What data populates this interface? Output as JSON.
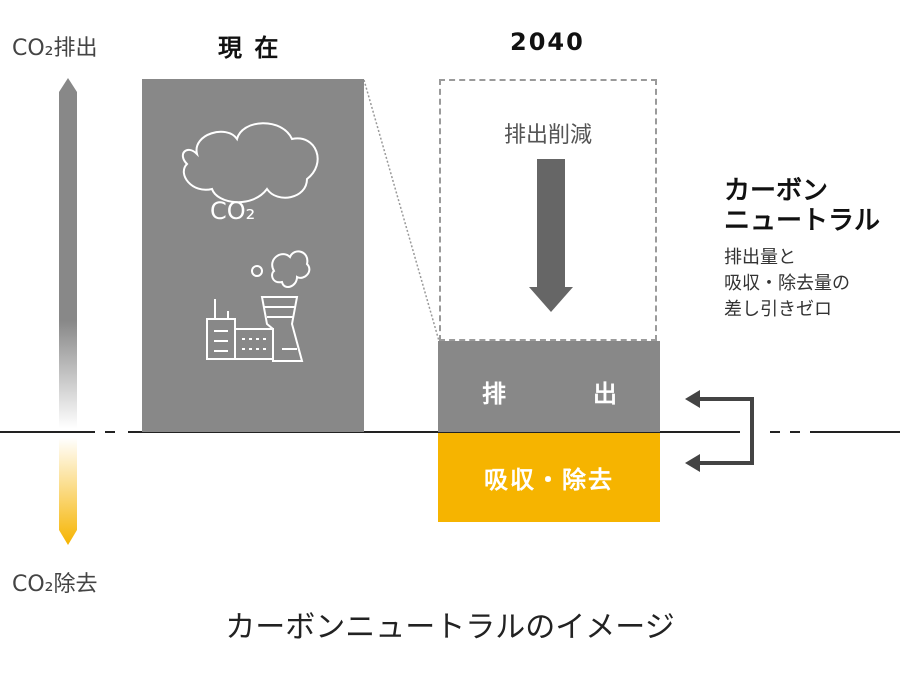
{
  "axis": {
    "top_label": "CO₂排出",
    "bottom_label": "CO₂除去"
  },
  "columns": {
    "now": "現 在",
    "future": "2040"
  },
  "reduction_label": "排出削減",
  "cloud_text": "CO₂",
  "emission_box": {
    "left": "排",
    "right": "出"
  },
  "absorption_box": "吸収・除去",
  "neutral": {
    "title_line1": "カーボン",
    "title_line2": "ニュートラル",
    "desc": [
      "排出量と",
      "吸収・除去量の",
      "差し引きゼロ"
    ]
  },
  "caption": "カーボンニュートラルのイメージ",
  "colors": {
    "gray": "#888888",
    "yellow": "#f6b400",
    "dark": "#444444"
  }
}
